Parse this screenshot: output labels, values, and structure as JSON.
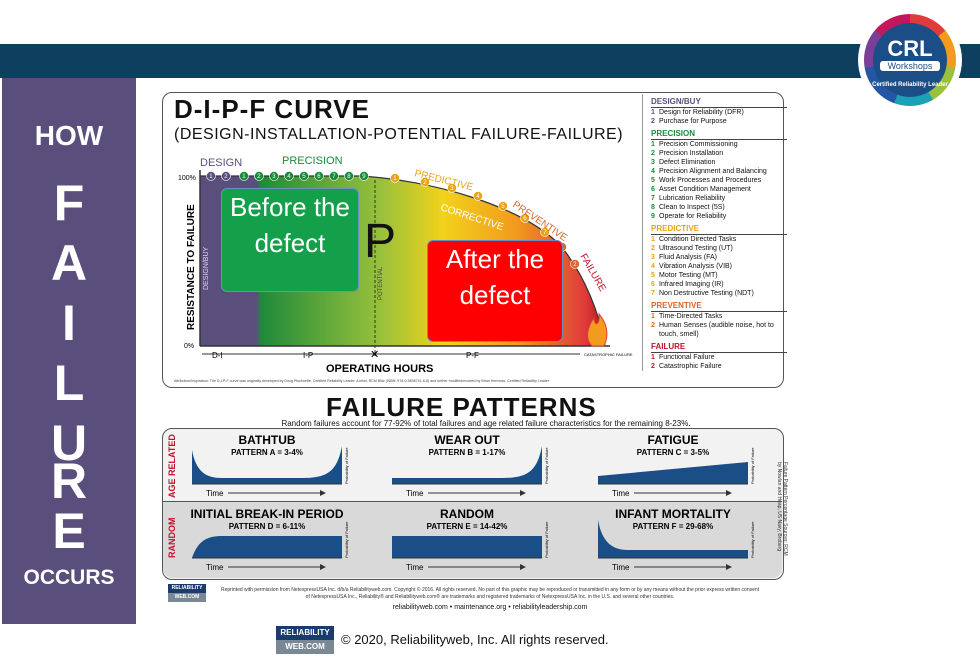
{
  "side": {
    "how": "HOW",
    "letters": [
      "F",
      "A",
      "I",
      "L",
      "U",
      "R",
      "E"
    ],
    "occurs": "OCCURS"
  },
  "logo": {
    "name": "CRL",
    "workshops": "Workshops",
    "cert": "Certified Reliability Leader",
    "colors": [
      "#e03b3b",
      "#f29b1d",
      "#9ac13b",
      "#1aa1b6",
      "#2556a6",
      "#7b3f98",
      "#c2185b"
    ]
  },
  "curve": {
    "title": "D-I-P-F  CURVE",
    "subtitle": "(DESIGN-INSTALLATION-POTENTIAL FAILURE-FAILURE)",
    "zone_labels": {
      "design": "DESIGN",
      "precision": "PRECISION",
      "predictive": "PREDICTIVE",
      "corrective": "CORRECTIVE",
      "preventive": "PREVENTIVE",
      "failure": "FAILURE"
    },
    "y_label": "RESISTANCE TO FAILURE",
    "y_top": "100%",
    "y_bottom": "0%",
    "x_label": "OPERATING HOURS",
    "intervals": [
      "D-I",
      "I-P",
      "P-F"
    ],
    "design_buy": "DESIGN/BUY",
    "potential": "POTENTIAL",
    "catastrophic": "CATASTROPHIC FAILURE",
    "p_letter": "P",
    "before": "Before the defect",
    "after": "After the defect",
    "attribution": "Attribution/Inspiration: The D-I-P-F curve was originally developed by Doug Plucknette, Certified Reliability Leader. Author, RCM Blitz (ISBN: 978-0-9838741-6-8) and further modified/evolved by Brian Hermcas, Certified Reliability Leader",
    "dot_numbers": [
      "1",
      "2",
      "1",
      "2",
      "3",
      "4",
      "5",
      "6",
      "7",
      "8",
      "9",
      "1",
      "2",
      "3",
      "4",
      "5",
      "6",
      "7",
      "1",
      "2"
    ]
  },
  "legend": [
    {
      "head": "DESIGN/BUY",
      "color": "#5a4f7c",
      "items": [
        "Design for Reliability (DFR)",
        "Purchase for Purpose"
      ]
    },
    {
      "head": "PRECISION",
      "color": "#1b8a3a",
      "items": [
        "Precision Commissioning",
        "Precision Installation",
        "Defect Elimination",
        "Precision Alignment and Balancing",
        "Work Processes and Procedures",
        "Asset Condition Management",
        "Lubrication Reliability",
        "Clean to Inspect (5S)",
        "Operate for Reliability"
      ]
    },
    {
      "head": "PREDICTIVE",
      "color": "#e8a317",
      "items": [
        "Condition Directed Tasks",
        "Ultrasound Testing (UT)",
        "Fluid Analysis (FA)",
        "Vibration Analysis (VIB)",
        "Motor Testing (MT)",
        "Infrared Imaging (IR)",
        "Non Destructive Testing (NDT)"
      ]
    },
    {
      "head": "PREVENTIVE",
      "color": "#d9662a",
      "items": [
        "Time-Directed Tasks",
        "Human Senses (audible noise, hot to touch, smell)"
      ]
    },
    {
      "head": "FAILURE",
      "color": "#c0122b",
      "items": [
        "Functional Failure",
        "Catastrophic Failure"
      ]
    }
  ],
  "patterns": {
    "title": "FAILURE PATTERNS",
    "subtitle": "Random failures account for 77-92% of total failures and age related failure characteristics for the remaining 8-23%.",
    "age_related": "AGE RELATED",
    "random_label": "RANDOM",
    "time": "Time",
    "prob": "Probability of Failure",
    "items": [
      {
        "name": "BATHTUB",
        "pct": "PATTERN A = 3-4%",
        "shape": "bathtub"
      },
      {
        "name": "WEAR OUT",
        "pct": "PATTERN B = 1-17%",
        "shape": "wearout"
      },
      {
        "name": "FATIGUE",
        "pct": "PATTERN C = 3-5%",
        "shape": "fatigue"
      },
      {
        "name": "INITIAL BREAK-IN PERIOD",
        "pct": "PATTERN D = 6-11%",
        "shape": "breakin"
      },
      {
        "name": "RANDOM",
        "pct": "PATTERN E = 14-42%",
        "shape": "random"
      },
      {
        "name": "INFANT MORTALITY",
        "pct": "PATTERN F = 29-68%",
        "shape": "infant"
      }
    ],
    "source_note": "Failure Pattern Percentage Sources: RCM by Nowlan and Heap, US Navy, Broberg"
  },
  "footer": {
    "rw_top": "RELIABILITY",
    "rw_bottom": "WEB.COM",
    "reprint": "Reprinted with permission from NetexpressUSA Inc. d/b/a Reliabilityweb.com. Copyright © 2016. All rights reserved. No part of this graphic may be reproduced or transmitted in any form or by any means without the prior express written consent of NetexpressUSA Inc., Reliability® and Reliabilityweb.com® are trademarks and registered trademarks of NetexpressUSA Inc. in the U.S. and several other countries.",
    "links": "reliabilityweb.com • maintenance.org • reliabilityleadership.com",
    "copyright": "© 2020, Reliabilityweb, Inc. All rights reserved.",
    "brand_color": "#1b3c6b"
  }
}
